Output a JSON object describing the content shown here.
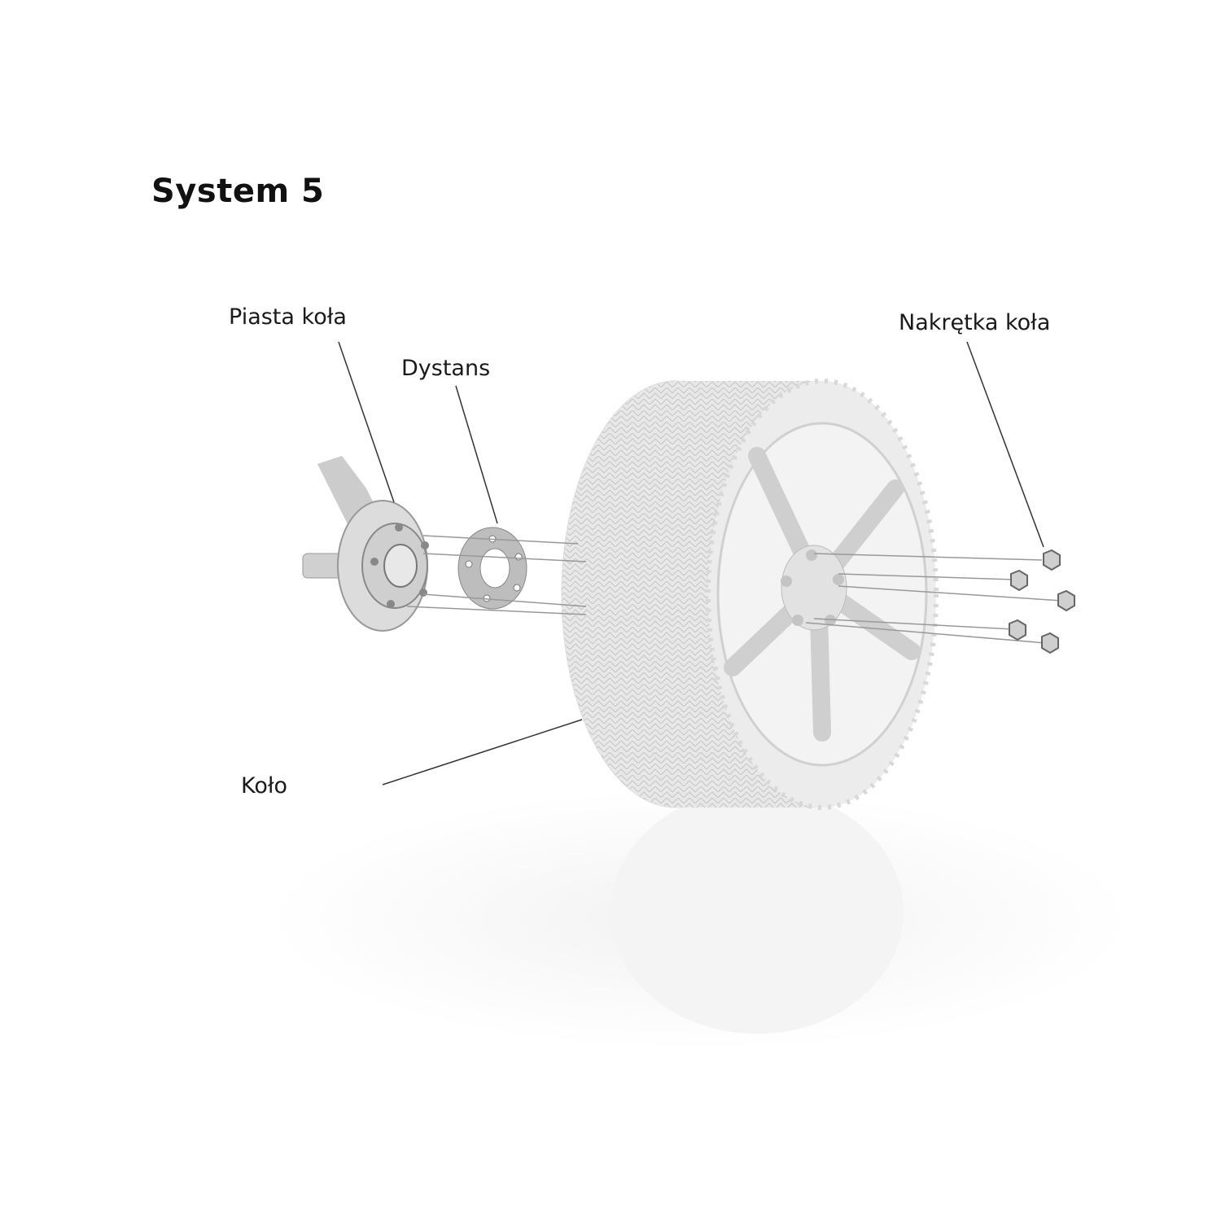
{
  "title": "System 5",
  "labels": {
    "hub": "Piasta koła",
    "spacer": "Dystans",
    "nut": "Nakrętka koła",
    "wheel": "Koło"
  }
}
